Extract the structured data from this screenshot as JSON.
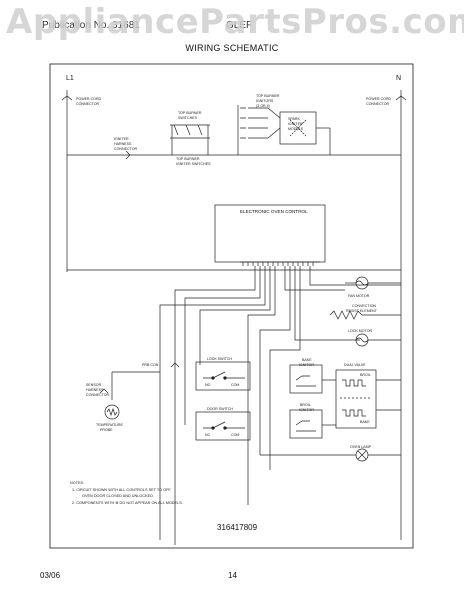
{
  "watermark": "AppliancePartsPros.com",
  "header": {
    "left": "Publication No. 31681",
    "right": "GLEF"
  },
  "title": "WIRING SCHEMATIC",
  "schematic": {
    "terminals": {
      "l1": "L1",
      "n": "N"
    },
    "labels": {
      "power_cord_left": [
        "POWER CORD",
        "CONNECTOR"
      ],
      "power_cord_right": [
        "POWER CORD",
        "CONNECTOR"
      ],
      "burner_switches": [
        "TOP BURNER",
        "SWITCHES"
      ],
      "ignitors": [
        "TOP BURNER",
        "IGNITORS",
        "(3 OR 4)"
      ],
      "spark_module": [
        "SPARK",
        "IGNITER",
        "MODULE"
      ],
      "burner_harness": [
        "IGNITER",
        "HARNESS",
        "CONNECTOR"
      ],
      "top_burner_switches2": [
        "TOP BURNER",
        "IGNITER SWITCHES"
      ],
      "control": "ELECTRONIC OVEN CONTROL",
      "fan_motor": "FAN MOTOR",
      "convection": [
        "CONVECTION",
        "RESIST ELEMENT"
      ],
      "lock_motor": "LOCK MOTOR",
      "probe_con": "PRB CON",
      "sensor_harness": [
        "SENSOR",
        "HARNESS",
        "CONNECTOR"
      ],
      "temp_probe": [
        "TEMPERATURE",
        "PROBE"
      ],
      "lock_switch": "LOCK SWITCH",
      "door_switch": "DOOR SWITCH",
      "bake_ignitor": [
        "BAKE",
        "IGNITOR"
      ],
      "broil_ignitor": [
        "BROIL",
        "IGNITOR"
      ],
      "dual_valve": "DUAL VALVE",
      "broil": "BROIL",
      "bake": "BAKE",
      "oven_lamp": "OVEN LAMP",
      "no": "NO",
      "com": "COM",
      "nc": "NC",
      "notes_title": "NOTES:",
      "note1": "1.  CIRCUIT SHOWN WITH ALL CONTROLS SET TO OFF,",
      "note1b": "OVEN DOOR CLOSED AND UNLOCKED.",
      "note2": "2.  COMPONENTS WITH  ※  DO NOT APPEAR ON ALL MODELS."
    },
    "part_number": "316417809"
  },
  "footer": {
    "date": "03/06",
    "page": "14"
  }
}
